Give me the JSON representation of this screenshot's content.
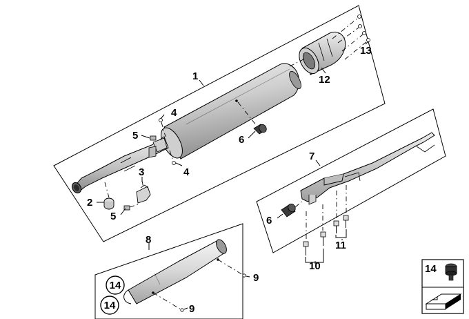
{
  "callouts": {
    "c1": "1",
    "c2": "2",
    "c3": "3",
    "c4a": "4",
    "c4b": "4",
    "c5a": "5",
    "c5b": "5",
    "c6a": "6",
    "c6b": "6",
    "c7": "7",
    "c8": "8",
    "c9a": "9",
    "c9b": "9",
    "c10": "10",
    "c11": "11",
    "c12": "12",
    "c13": "13",
    "c14a": "14",
    "c14b": "14",
    "c14legend": "14"
  },
  "colors": {
    "stroke": "#000000",
    "muffler_light": "#eaeaea",
    "muffler_mid": "#c2c2c2",
    "muffler_dark": "#8a8a8a",
    "background": "#ffffff"
  }
}
